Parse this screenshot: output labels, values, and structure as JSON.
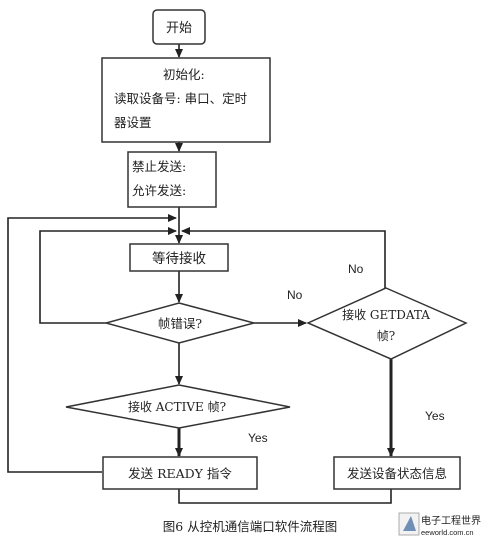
{
  "nodes": {
    "start": "开始",
    "init_title": "初始化:",
    "init_line2": "读取设备号: 串口、定时",
    "init_line3": "器设置",
    "send_line1": "禁止发送:",
    "send_line2": "允许发送:",
    "wait": "等待接收",
    "frame_error": "帧错误?",
    "getdata_line1": "接收 GETDATA",
    "getdata_line2": "帧?",
    "active": "接收 ACTIVE 帧?",
    "send_ready": "发送 READY 指令",
    "send_status": "发送设备状态信息"
  },
  "edge_labels": {
    "no_1": "No",
    "no_2": "No",
    "yes_1": "Yes",
    "yes_2": "Yes"
  },
  "caption": "图6   从控机通信端口软件流程图",
  "logo": {
    "name": "电子工程世界",
    "url": "eeworld.com.cn"
  }
}
